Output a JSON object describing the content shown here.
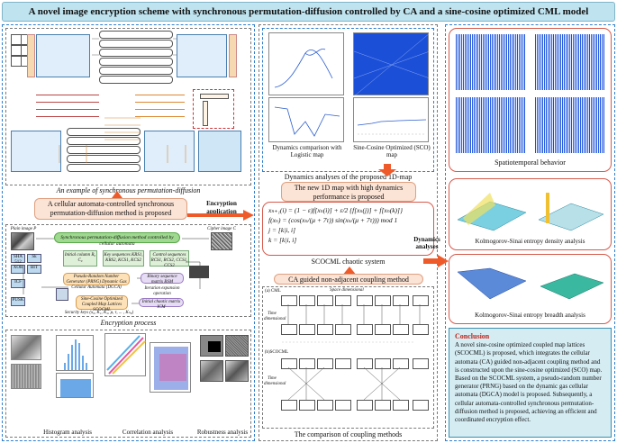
{
  "title": "A novel image encryption scheme with synchronous permutation-diffusion controlled by CA and a sine-cosine optimized CML model",
  "left_panel": {
    "top_caption": "An example of synchronous permutation-diffusion",
    "method_label": "A cellular automata-controlled synchronous permutation-diffusion method is proposed",
    "encryption_application": "Encryption application",
    "encryption_process_caption": "Encryption process",
    "synchronous_block": "Synchronous permutation-diffusion method controlled by cellular automata",
    "blocks": [
      "Initial column R₀ C₀",
      "Key sequences KRS1, KRS2, KCS1, KCS2",
      "Control sequences RCS1, RCS2, CCS1, CCS2"
    ],
    "prng_block": "Pseudo-Random Number Generator (PRNG) Dynamic Gas Cellular Automata (DGCA)",
    "binary_seq": "Binary sequence matrix BSM",
    "iteration": "Iteration expansion operation",
    "sine_cosine": "Sine-Cosine Optimized Coupled Map Lattices SCOCML",
    "initial_chaotic": "Initial chaotic matrix ICM",
    "plain_image": "Plain image P",
    "cipher_image": "Cipher image C",
    "security_keys": "Security keys (x₀, K₁, K₂, μ, τ, ... , Kₙ₈)",
    "left_labels": [
      "SHA 512",
      "Sk",
      "XOR",
      "BIT",
      "ICF",
      "PUSK"
    ],
    "analysis_captions": [
      "Histogram analysis",
      "Correlation analysis",
      "Robustness analysis"
    ]
  },
  "middle_panel": {
    "dynamics_caption": "Dynamics analyses of the proposed 1D-map",
    "logistic_caption": "Dynamics comparison with Logistic map",
    "sco_caption": "Sine-Cosine Optimized (SCO) map",
    "new_map_label": "The new 1D map with high dynamics performance is proposed",
    "formula_lines": [
      "xₙ₊₁(i) = (1 − ε)f[xₙ(i)] + ε/2 {f[xₙ(j)] + f[xₙ(k)]}",
      "f(xₙ) = (cos(xₙ/(μ + 7τ)) sin(xₙ/(μ + 7τ))) mod 1",
      "j = [k|i, i]",
      "k = [k|i, i]"
    ],
    "scocml_caption": "SCOCML chaotic system",
    "ca_label": "CA guided non-adjacent coupling method",
    "coupling_caption": "The comparison of coupling methods",
    "space_dimension": "Space dimensional",
    "time_dimension": "Time dimensional",
    "cml_labels": [
      "(a) CML",
      "(b)SCOCML"
    ]
  },
  "right_panel": {
    "spatiotemporal_caption": "Spatiotemporal behavior",
    "ks_density_caption": "Kolmogorov-Sinai entropy density analysis",
    "ks_breadth_caption": "Kolmogorov-Sinai entropy breadth analysis",
    "dynamics_analyses": "Dynamics analyses",
    "conclusion_title": "Conclusion",
    "conclusion_text": "A novel sine-cosine optimized coupled map lattices (SCOCML) is proposed, which integrates the cellular automata (CA) guided non-adjacent coupling method and is constructed upon the sine-cosine optimized (SCO) map. Based on the SCOCML system, a pseudo-random number generator (PRNG) based on the dynamic gas cellular automata (DGCA) model is proposed. Subsequently, a cellular automata-controlled synchronous permutation-diffusion method is proposed, achieving an efficient and coordinated encryption effect."
  },
  "colors": {
    "title_bg": "#bfe4f0",
    "accent_red": "#e0483a",
    "accent_blue": "#2f7fd0",
    "conclusion_bg": "#d4ecf2",
    "arrow_orange": "#ef5a2a"
  }
}
